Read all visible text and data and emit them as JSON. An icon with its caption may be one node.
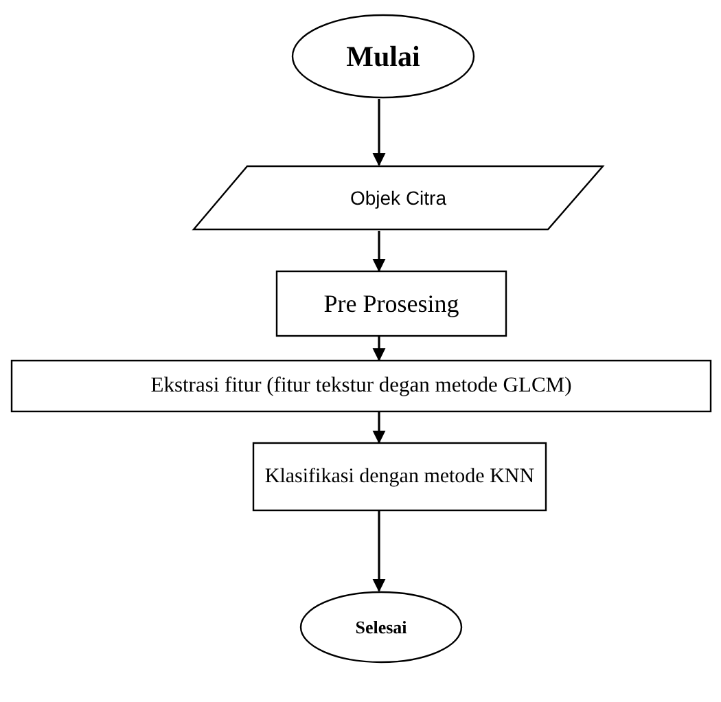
{
  "diagram": {
    "nodes": [
      {
        "text": [
          "Mulai"
        ]
      },
      {
        "text": [
          "Objek Citra"
        ]
      },
      {
        "text": [
          "Pre Prosesing"
        ]
      },
      {
        "text": [
          "Ekstrasi fitur (fitur tekstur degan metode GLCM)"
        ]
      },
      {
        "text": [
          "Klasifikasi dengan metode KNN"
        ]
      },
      {
        "text": [
          "Selesai"
        ]
      }
    ],
    "edges": [
      {
        "from": 0,
        "to": 1,
        "arrow": "to"
      },
      {
        "from": 1,
        "to": 2,
        "arrow": "to"
      },
      {
        "from": 2,
        "to": 3,
        "arrow": "to"
      },
      {
        "from": 3,
        "to": 4,
        "arrow": "to"
      },
      {
        "from": 4,
        "to": 5,
        "arrow": "to"
      }
    ]
  }
}
